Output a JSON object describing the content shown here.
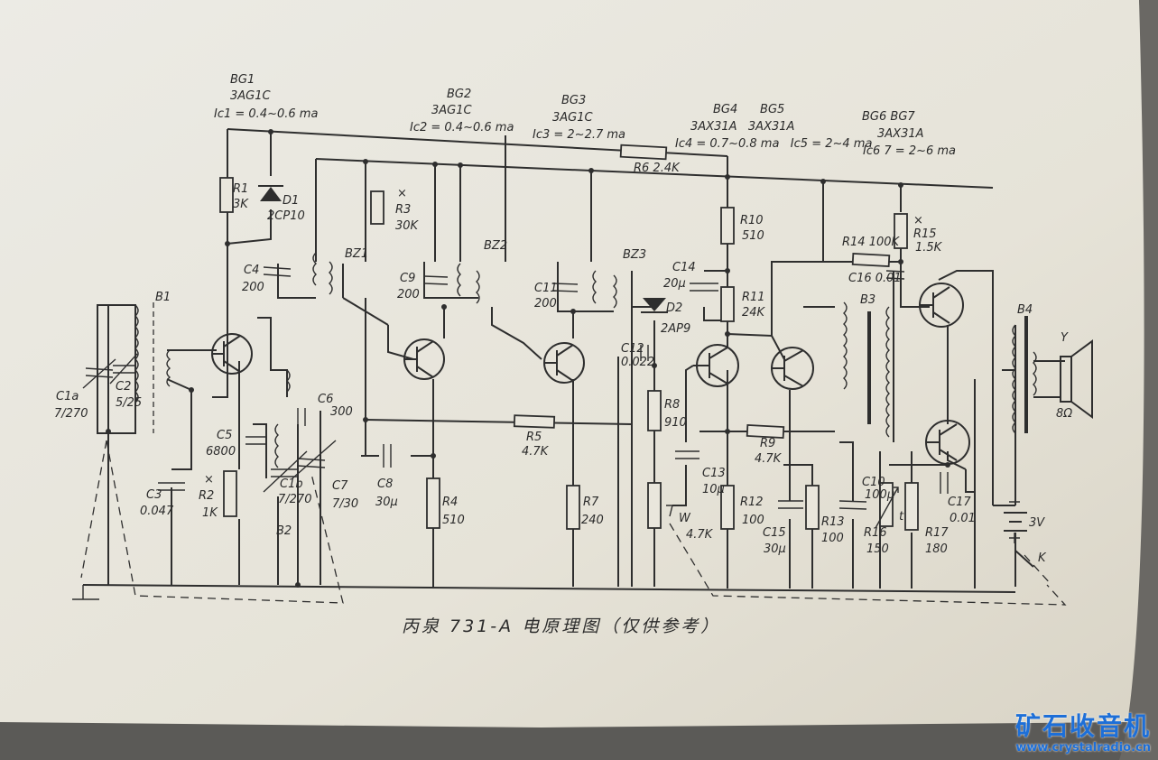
{
  "headers": {
    "bg1": [
      "BG1",
      "3AG1C",
      "Ic1 = 0.4~0.6 ma"
    ],
    "bg2": [
      "BG2",
      "3AG1C",
      "Ic2 = 0.4~0.6 ma"
    ],
    "bg3": [
      "BG3",
      "3AG1C",
      "Ic3 = 2~2.7 ma"
    ],
    "bg45": [
      "BG4      BG5",
      "3AX31A   3AX31A",
      "Ic4 = 0.7~0.8 ma   Ic5 = 2~4 ma"
    ],
    "bg67": [
      "BG6  BG7",
      "3AX31A",
      "Ic6 7 = 2~6 ma"
    ]
  },
  "parts": {
    "r1": [
      "R1",
      "3K"
    ],
    "d1": [
      "D1",
      "2CP10"
    ],
    "r3": [
      "×",
      "R3",
      "30K"
    ],
    "r6": "R6 2.4K",
    "r10": [
      "R10",
      "510"
    ],
    "r14": "R14 100K",
    "r15": [
      "×",
      "R15",
      "1.5K"
    ],
    "c16": "C16 0.01",
    "bz1": "BZ1",
    "bz2": "BZ2",
    "bz3": "BZ3",
    "c4": [
      "C4",
      "200"
    ],
    "c9": [
      "C9",
      "200"
    ],
    "c11": [
      "C11",
      "200"
    ],
    "c14": [
      "C14",
      "20μ"
    ],
    "d2": [
      "D2",
      "2AP9"
    ],
    "r11": [
      "R11",
      "24K"
    ],
    "c12": [
      "C12",
      "0.022"
    ],
    "b1": "B1",
    "b3": "B3",
    "b4": "B4",
    "y": "Y",
    "ohm": "8Ω",
    "c1a": [
      "C1a",
      "7/270"
    ],
    "c2": [
      "C2",
      "5/25"
    ],
    "c6": [
      "C6",
      "300"
    ],
    "c5": [
      "C5",
      "6800"
    ],
    "c1b": [
      "C1b",
      "7/270"
    ],
    "c7": [
      "C7",
      "7/30"
    ],
    "b2": "B2",
    "c3": [
      "C3",
      "0.047"
    ],
    "r2": [
      "×",
      "R2",
      "1K"
    ],
    "c8": [
      "C8",
      "30μ"
    ],
    "r4": [
      "R4",
      "510"
    ],
    "r5": [
      "R5",
      "4.7K"
    ],
    "r7": [
      "R7",
      "240"
    ],
    "r8": [
      "R8",
      "910"
    ],
    "w": [
      "W",
      "4.7K"
    ],
    "c13": [
      "C13",
      "10μ"
    ],
    "r12": [
      "R12",
      "100"
    ],
    "r9": [
      "R9",
      "4.7K"
    ],
    "c15": [
      "C15",
      "30μ"
    ],
    "r13": [
      "R13",
      "100"
    ],
    "c10": [
      "C10",
      "100μ"
    ],
    "r16": [
      "R16",
      "150"
    ],
    "t": "t",
    "r17": [
      "R17",
      "180"
    ],
    "c17": [
      "C17",
      "0.01"
    ],
    "bat": "3V",
    "k": "K"
  },
  "caption": "丙泉 731-A 电原理图（仅供参考）",
  "watermark": {
    "title": "矿石收音机",
    "url": "www.crystalradio.cn"
  }
}
